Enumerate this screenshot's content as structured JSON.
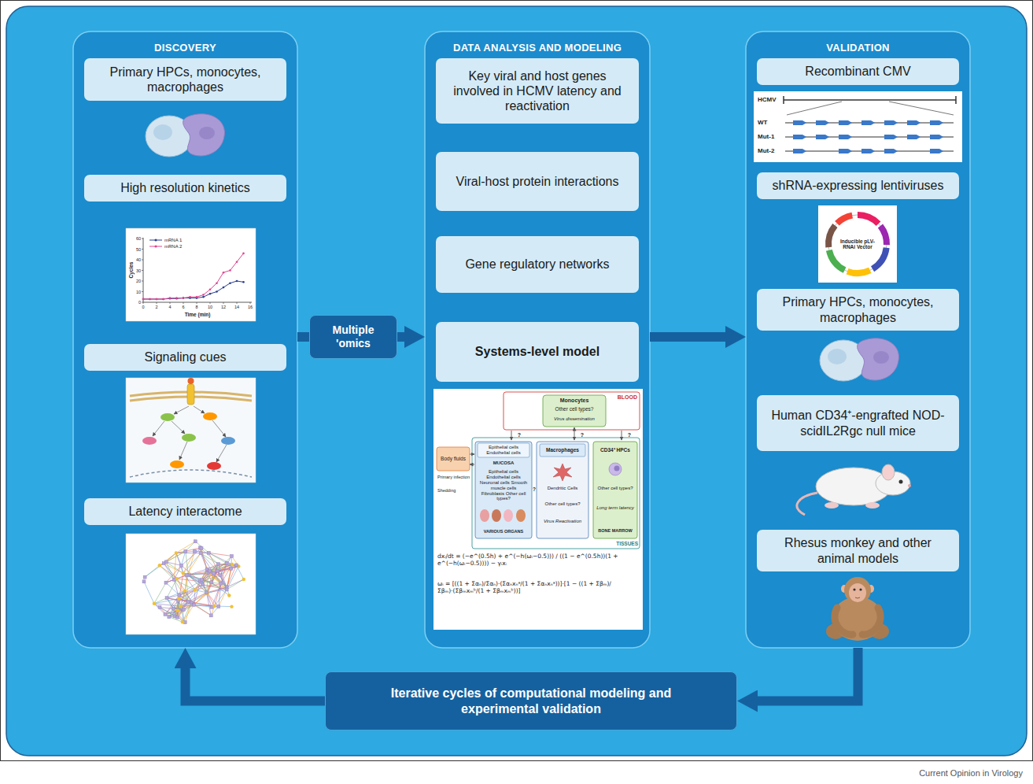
{
  "diagram": {
    "nodes": [
      {
        "text": [
          "DISCOVERY"
        ]
      },
      {
        "text": [
          "Primary HPCs, monocytes, macrophages"
        ],
        "in": 0
      },
      {
        "text": [
          "High resolution kinetics"
        ],
        "in": 0
      },
      {
        "text": [
          "Signaling cues"
        ],
        "in": 0
      },
      {
        "text": [
          "Latency interactome"
        ],
        "in": 0
      },
      {
        "text": [
          "DATA ANALYSIS AND MODELING"
        ]
      },
      {
        "text": [
          "Key viral and host genes involved in HCMV latency and reactivation"
        ],
        "in": 5
      },
      {
        "text": [
          "Viral-host protein interactions"
        ],
        "in": 5
      },
      {
        "text": [
          "Gene regulatory networks"
        ],
        "in": 5
      },
      {
        "text": [
          "Systems-level model"
        ],
        "in": 5
      },
      {
        "text": [
          "VALIDATION"
        ]
      },
      {
        "text": [
          "Recombinant CMV"
        ],
        "in": 10
      },
      {
        "text": [
          "shRNA-expressing lentiviruses"
        ],
        "in": 10
      },
      {
        "text": [
          "Primary HPCs, monocytes, macrophages"
        ],
        "in": 10
      },
      {
        "text": [
          "Human CD34⁺-engrafted NOD-scidIL2Rgc null mice"
        ],
        "in": 10
      },
      {
        "text": [
          "Rhesus monkey and other animal models"
        ],
        "in": 10
      },
      {
        "text": [
          "Multiple 'omics"
        ]
      },
      {
        "text": [
          "Iterative cycles of computational modeling and experimental validation"
        ]
      }
    ],
    "edges": [
      {
        "from": 0,
        "to": 16,
        "arrow": "none"
      },
      {
        "from": 16,
        "to": 5,
        "arrow": "to"
      },
      {
        "from": 5,
        "to": 10,
        "arrow": "to"
      },
      {
        "from": 10,
        "to": 17,
        "arrow": "to"
      },
      {
        "from": 17,
        "to": 0,
        "arrow": "to"
      }
    ],
    "labels": [
      "mRNA 1",
      "mRNA 2",
      "Cycles",
      "Time (min)",
      "0",
      "10",
      "20",
      "30",
      "40",
      "50",
      "60",
      "0",
      "2",
      "4",
      "6",
      "8",
      "10",
      "12",
      "14",
      "16",
      "BLOOD",
      "Monocytes",
      "Other cell types?",
      "Virus dissemination",
      "?",
      "?",
      "?",
      "?",
      "Body fluids",
      "Primary infection",
      "Shedding",
      "Epithelial cells Endothelial cells",
      "MUCOSA",
      "Epithelial cells Endothelial cells Neuronal cells Smooth muscle cells Fibroblasts Other cell types?",
      "VARIOUS ORGANS",
      "Macrophages",
      "Dendritic Cells",
      "Other cell types?",
      "Virus Reactivation",
      "CD34⁺ HPCs",
      "Other cell types?",
      "Long term latency",
      "BONE MARROW",
      "TISSUES",
      "dxᵢ/dt = (−e^(0.5h) + e^(−h(ωᵢ−0.5))) / ((1 − e^(0.5h))(1 + e^(−h(ωᵢ−0.5)))) − γᵢxᵢ",
      "ωᵢ = [((1 + Σαₙ)/Σαₙ)·(Σαₙxₙᵃ/(1 + Σαₙxₙᵃ))]·[1 − ((1 + Σβₘ)/Σβₘ)·(Σβₘxₘᵇ/(1 + Σβₘxₘᵇ))]",
      "HCMV",
      "WT",
      "Mut-1",
      "Mut-2",
      "Inducible pLV-RNAi Vector",
      "Current Opinion in Virology"
    ]
  }
}
